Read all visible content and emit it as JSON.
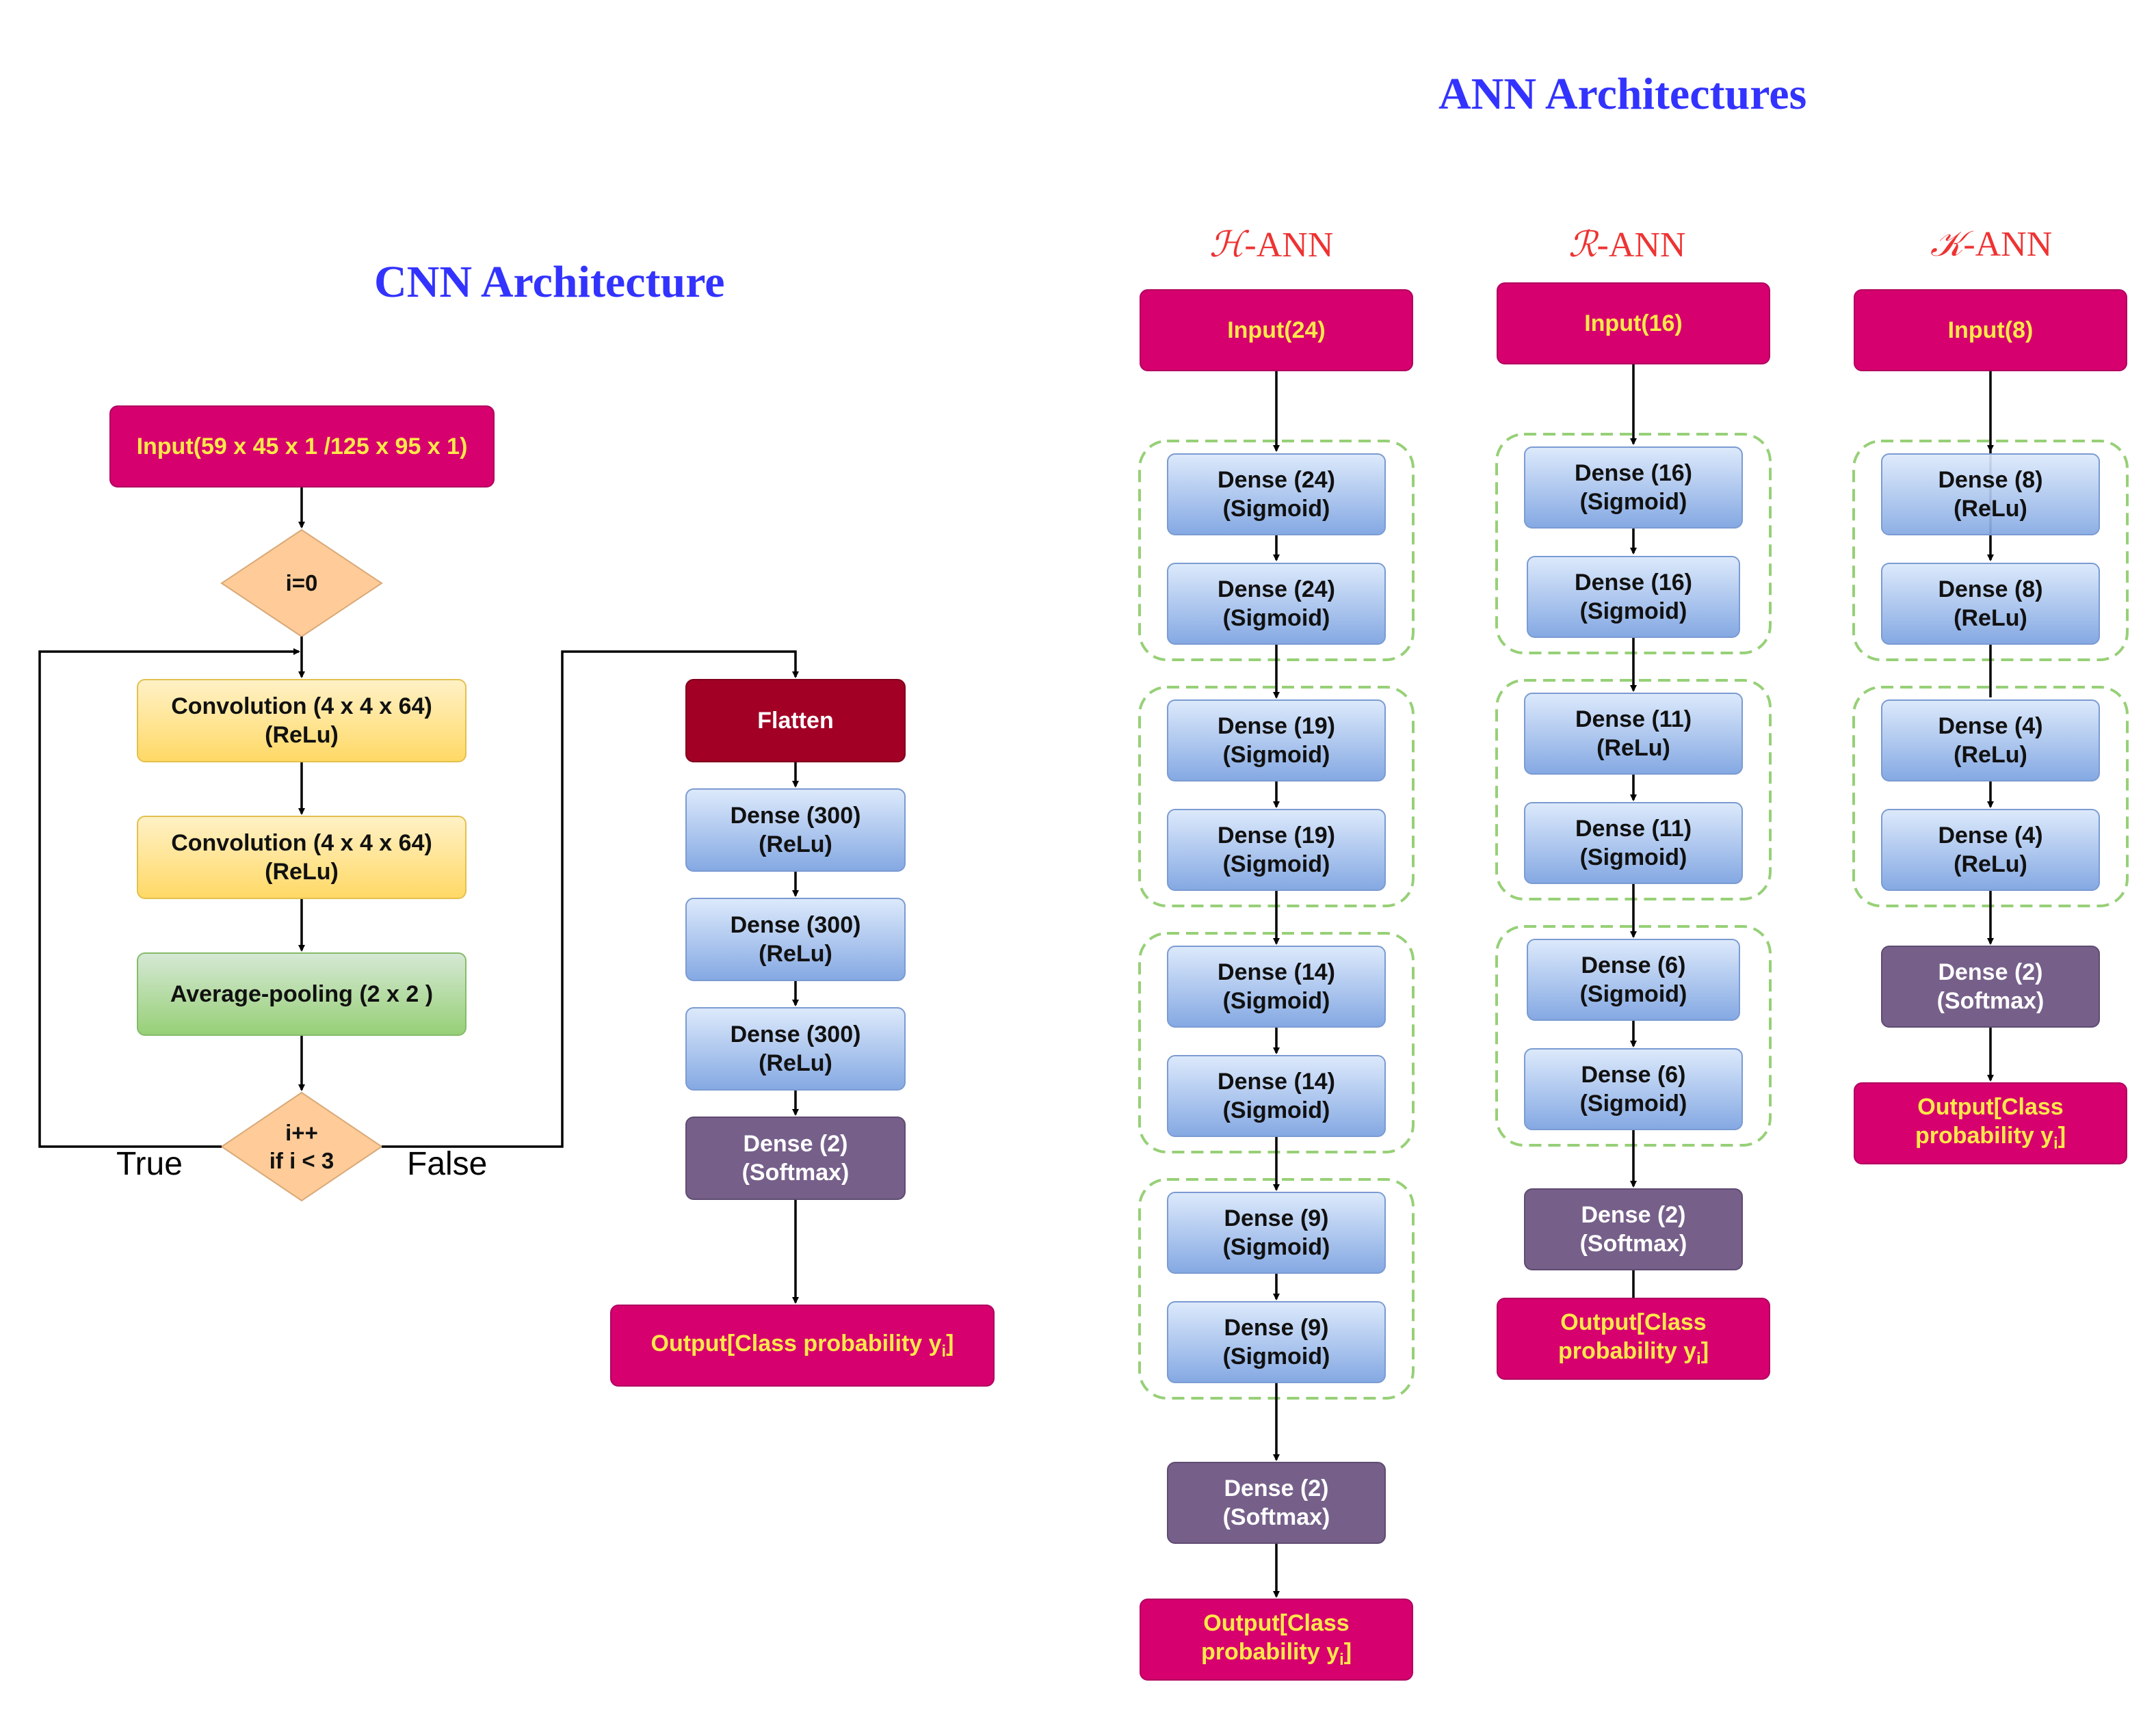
{
  "titles": {
    "ann": "ANN Architectures",
    "cnn": "CNN Architecture"
  },
  "ann_subtitles": {
    "h": {
      "symbol": "ℋ",
      "suffix": "-ANN"
    },
    "r": {
      "symbol": "ℛ",
      "suffix": "-ANN"
    },
    "k": {
      "symbol": "𝒦",
      "suffix": "-ANN"
    }
  },
  "cnn": {
    "input": "Input(59 x 45 x 1 /125 x 95 x 1)",
    "init": "i=0",
    "conv1": "Convolution (4 x 4 x 64)\n(ReLu)",
    "conv2": "Convolution (4 x 4 x 64)\n(ReLu)",
    "pool": "Average-pooling (2 x 2 )",
    "loop": "i++\nif i < 3",
    "true_label": "True",
    "false_label": "False",
    "flatten": "Flatten",
    "dense1": "Dense (300)\n(ReLu)",
    "dense2": "Dense (300)\n(ReLu)",
    "dense3": "Dense (300)\n(ReLu)",
    "softmax": "Dense (2)\n(Softmax)",
    "output": "Output[Class probability y",
    "output_sub": "i",
    "output_end": "]"
  },
  "h_ann": {
    "input": "Input(24)",
    "layers": [
      "Dense (24)\n(Sigmoid)",
      "Dense (24)\n(Sigmoid)",
      "Dense (19)\n(Sigmoid)",
      "Dense (19)\n(Sigmoid)",
      "Dense (14)\n(Sigmoid)",
      "Dense (14)\n(Sigmoid)",
      "Dense (9)\n(Sigmoid)",
      "Dense (9)\n(Sigmoid)"
    ],
    "softmax": "Dense (2)\n(Softmax)",
    "output": "Output[Class\nprobability y",
    "output_sub": "i",
    "output_end": "]"
  },
  "r_ann": {
    "input": "Input(16)",
    "layers": [
      "Dense (16)\n(Sigmoid)",
      "Dense (16)\n(Sigmoid)",
      "Dense (11)\n(ReLu)",
      "Dense (11)\n(Sigmoid)",
      "Dense (6)\n(Sigmoid)",
      "Dense (6)\n(Sigmoid)"
    ],
    "softmax": "Dense (2)\n(Softmax)",
    "output": "Output[Class\nprobability y",
    "output_sub": "i",
    "output_end": "]"
  },
  "k_ann": {
    "input": "Input(8)",
    "layers": [
      "Dense (8)\n(ReLu)",
      "Dense (8)\n(ReLu)",
      "Dense (4)\n(ReLu)",
      "Dense (4)\n(ReLu)"
    ],
    "softmax": "Dense (2)\n(Softmax)",
    "output": "Output[Class\nprobability y",
    "output_sub": "i",
    "output_end": "]"
  },
  "colors": {
    "title": "#3333ff",
    "subtitle": "#ee3333",
    "input_output_fill": "#d6006e",
    "input_output_text": "#ffe84a",
    "softmax_fill": "#76608a",
    "flatten_fill": "#a20025",
    "group_border": "#97d077",
    "diamond_fill": "#ffcc99"
  }
}
